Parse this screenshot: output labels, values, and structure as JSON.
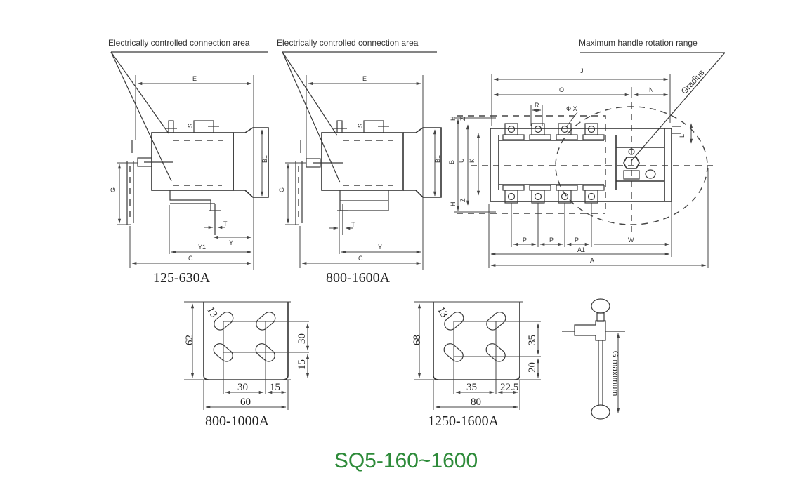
{
  "title": "SQ5-160~1600",
  "title_color": "#2e8b3a",
  "annotations": {
    "electric_area_1": "Electrically controlled connection area",
    "electric_area_2": "Electrically controlled connection area",
    "handle_range": "Maximum handle rotation range",
    "gradius": "Gradius",
    "g_maximum": "G maximum"
  },
  "side_view_small": {
    "caption": "125-630A",
    "dims": {
      "E": "E",
      "S": "S",
      "B1": "B1",
      "G": "G",
      "T": "T",
      "Y": "Y",
      "Y1": "Y1",
      "C": "C"
    }
  },
  "side_view_large": {
    "caption": "800-1600A",
    "dims": {
      "E": "E",
      "S": "S",
      "B1": "B1",
      "G": "G",
      "T": "T",
      "Y": "Y",
      "C": "C"
    }
  },
  "front_view": {
    "dims": {
      "J": "J",
      "O": "O",
      "N": "N",
      "R": "R",
      "X": "Φ X",
      "H": "H",
      "Z": "Z",
      "B": "B",
      "U": "U",
      "K": "K",
      "L": "L",
      "P1": "P",
      "P2": "P",
      "P3": "P",
      "W": "W",
      "A1": "A1",
      "A": "A"
    }
  },
  "terminal_800_1000": {
    "caption": "800-1000A",
    "height": "62",
    "hole": "13",
    "v_spacing": "30",
    "v_edge": "15",
    "h_spacing": "30",
    "h_edge": "15",
    "width": "60"
  },
  "terminal_1250_1600": {
    "caption": "1250-1600A",
    "height": "68",
    "hole": "13",
    "v_spacing": "35",
    "v_edge": "20",
    "h_spacing": "35",
    "h_edge": "22.5",
    "width": "80"
  }
}
